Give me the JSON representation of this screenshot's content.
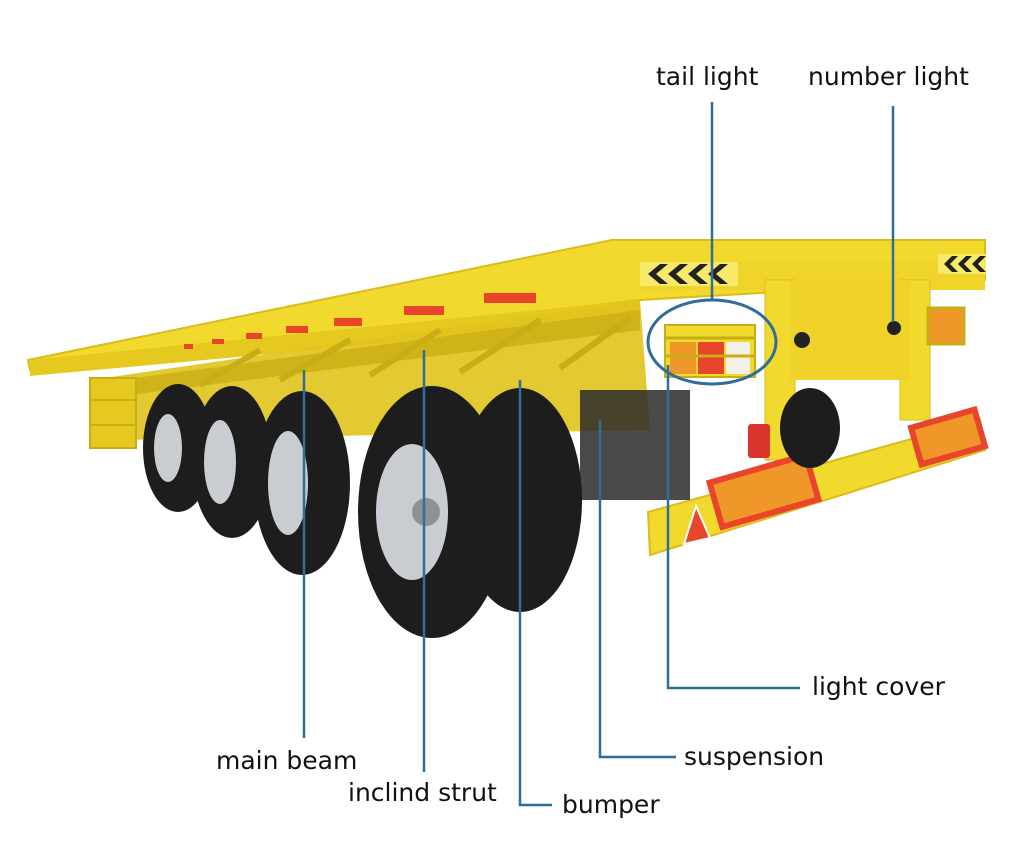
{
  "labels": {
    "tail_light": "tail light",
    "number_light": "number light",
    "light_cover": "light cover",
    "main_beam": "main beam",
    "suspension": "suspension",
    "inclind_strut": "inclind strut",
    "bumper": "bumper"
  },
  "colors": {
    "trailer_yellow": "#f2d92e",
    "trailer_shadow": "#d8bd1c",
    "leader_line": "#2f6d9a",
    "tire": "#1d1d1d",
    "rim": "#c9ccd0",
    "reflector_red": "#e8452a",
    "reflector_orange": "#f0972a"
  },
  "icons": {
    "chevron_panel": "chevron-arrows-icon",
    "warning_triangle": "warning-triangle-icon"
  }
}
